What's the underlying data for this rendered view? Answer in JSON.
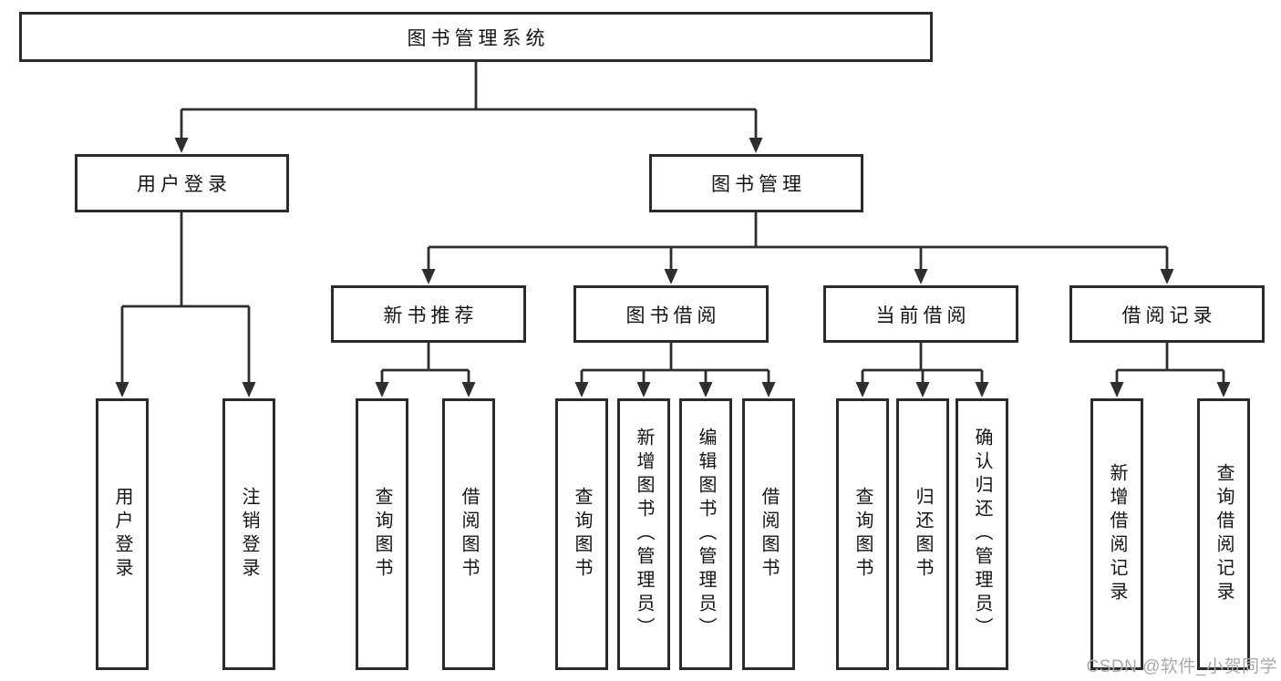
{
  "diagram": {
    "root": {
      "label": "图书管理系统"
    },
    "branches": {
      "user_login": {
        "label": "用户登录"
      },
      "book_management": {
        "label": "图书管理"
      }
    },
    "modules": {
      "new_book_recommend": {
        "label": "新书推荐"
      },
      "book_borrowing": {
        "label": "图书借阅"
      },
      "current_borrowing": {
        "label": "当前借阅"
      },
      "borrowing_records": {
        "label": "借阅记录"
      }
    },
    "leaves": {
      "user_login": {
        "label": "用户登录"
      },
      "logout": {
        "label": "注销登录"
      },
      "nbr_query_books": {
        "label": "查询图书"
      },
      "nbr_borrow_books": {
        "label": "借阅图书"
      },
      "bb_query_books": {
        "label": "查询图书"
      },
      "bb_add_books": {
        "label": "新增图书（管理员）"
      },
      "bb_edit_books": {
        "label": "编辑图书（管理员）"
      },
      "bb_borrow_books": {
        "label": "借阅图书"
      },
      "cb_query_books": {
        "label": "查询图书"
      },
      "cb_return_books": {
        "label": "归还图书"
      },
      "cb_confirm_return": {
        "label": "确认归还（管理员）"
      },
      "br_add_record": {
        "label": "新增借阅记录"
      },
      "br_query_record": {
        "label": "查询借阅记录"
      }
    },
    "watermark": "CSDN @软件_小贺同学",
    "colors": {
      "line": "#2e2e2e",
      "border": "#2b2b2b",
      "text": "#141414",
      "watermark": "#a9a9a9",
      "background": "#ffffff"
    }
  }
}
